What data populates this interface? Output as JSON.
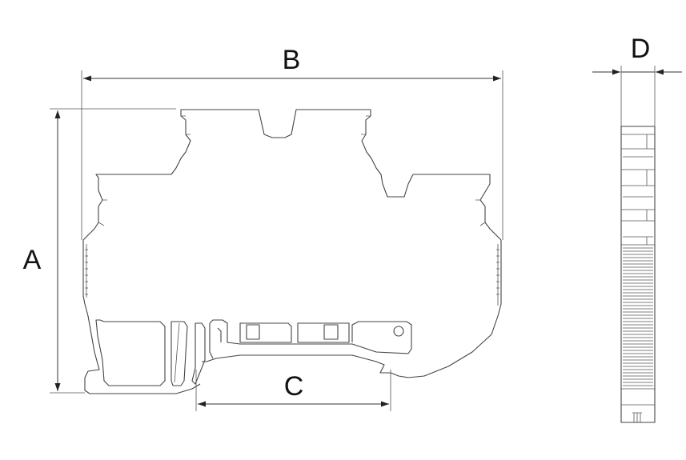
{
  "dimensions": {
    "a": "A",
    "b": "B",
    "c": "C",
    "d": "D"
  },
  "colors": {
    "line": "#333333",
    "background": "#ffffff"
  }
}
